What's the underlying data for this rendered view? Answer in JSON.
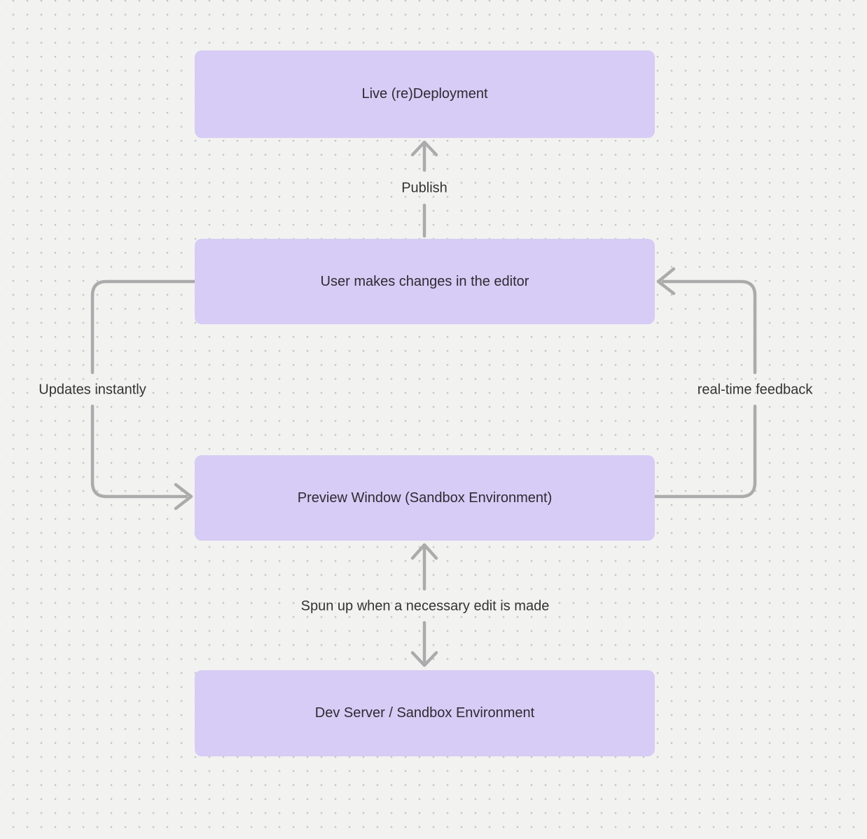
{
  "diagram": {
    "nodes": {
      "live_deployment": {
        "label": "Live (re)Deployment"
      },
      "user_editor": {
        "label": "User makes changes in the editor"
      },
      "preview_window": {
        "label": "Preview Window (Sandbox Environment)"
      },
      "dev_server": {
        "label": "Dev Server / Sandbox Environment"
      }
    },
    "edges": {
      "publish": {
        "label": "Publish",
        "from": "user_editor",
        "to": "live_deployment",
        "arrow": "up"
      },
      "updates_instantly": {
        "label": "Updates instantly",
        "from": "user_editor",
        "to": "preview_window",
        "arrow": "left-side-loop"
      },
      "realtime_feedback": {
        "label": "real-time feedback",
        "from": "preview_window",
        "to": "user_editor",
        "arrow": "right-side-loop"
      },
      "spun_up": {
        "label": "Spun up when a necessary edit is made",
        "from": "dev_server",
        "to": "preview_window",
        "arrow": "bidirectional"
      }
    },
    "colors": {
      "background": "#f2f2f1",
      "grid_dot": "#c6c6c6",
      "node_fill": "#d7ccf5",
      "node_text": "#2d2a33",
      "arrow": "#ababab",
      "label_text": "#333333"
    }
  }
}
